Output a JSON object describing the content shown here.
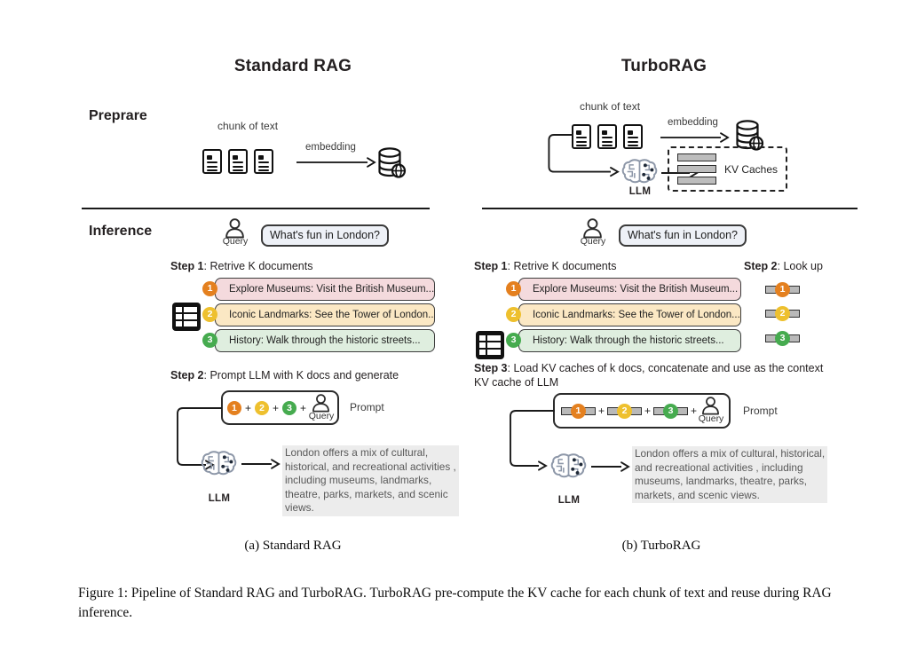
{
  "figure": {
    "columns": [
      {
        "title": "Standard RAG",
        "subcaption": "(a) Standard RAG"
      },
      {
        "title": "TurboRAG",
        "subcaption": "(b) TurboRAG"
      }
    ],
    "row_labels": {
      "prepare": "Preprare",
      "inference": "Inference"
    },
    "caption": "Figure 1: Pipeline of Standard RAG and TurboRAG. TurboRAG pre-compute the KV cache for each chunk of text and reuse during RAG inference."
  },
  "labels": {
    "chunk_of_text": "chunk of text",
    "embedding": "embedding",
    "llm": "LLM",
    "query": "Query",
    "prompt": "Prompt",
    "kv_caches": "KV Caches"
  },
  "query": {
    "text": "What's fun in London?"
  },
  "standard_rag": {
    "step1": {
      "num": "Step 1",
      "text": ": Retrive K documents"
    },
    "step2": {
      "num": "Step 2",
      "text": ": Prompt LLM with K docs and generate"
    },
    "answer_lines": [
      "London offers a mix of cultural,",
      "historical, and recreational activities ,",
      "including museums, landmarks,",
      "theatre, parks, markets, and scenic",
      "views."
    ]
  },
  "turbo_rag": {
    "step1": {
      "num": "Step 1",
      "text": ": Retrive K documents"
    },
    "step2": {
      "num": "Step 2",
      "text": ": Look up"
    },
    "step3": {
      "num": "Step 3",
      "text": ": Load KV caches of k docs, concatenate and use as the context",
      "line2": "KV cache of LLM"
    },
    "answer_lines": [
      "London offers a mix of cultural, historical,",
      "and recreational activities , including",
      "museums, landmarks, theatre, parks,",
      "markets, and scenic views."
    ]
  },
  "documents": [
    {
      "num": "1",
      "text": "Explore Museums: Visit the British Museum...",
      "fill": "#f4dadd",
      "circle": "#e4801f"
    },
    {
      "num": "2",
      "text": "Iconic Landmarks: See the Tower of London...",
      "fill": "#fbe8c4",
      "circle": "#eec02e"
    },
    {
      "num": "3",
      "text": "History: Walk through the historic streets...",
      "fill": "#dfeedf",
      "circle": "#46ab4f"
    }
  ],
  "colors": {
    "ink": "#231f20",
    "chip_border": "#3c3c3c",
    "query_bubble_fill": "#eef1f7",
    "answer_bg": "#ececec",
    "answer_text": "#585858",
    "kv_bar": "#bdbdbd",
    "brain": "#8d97a8"
  }
}
